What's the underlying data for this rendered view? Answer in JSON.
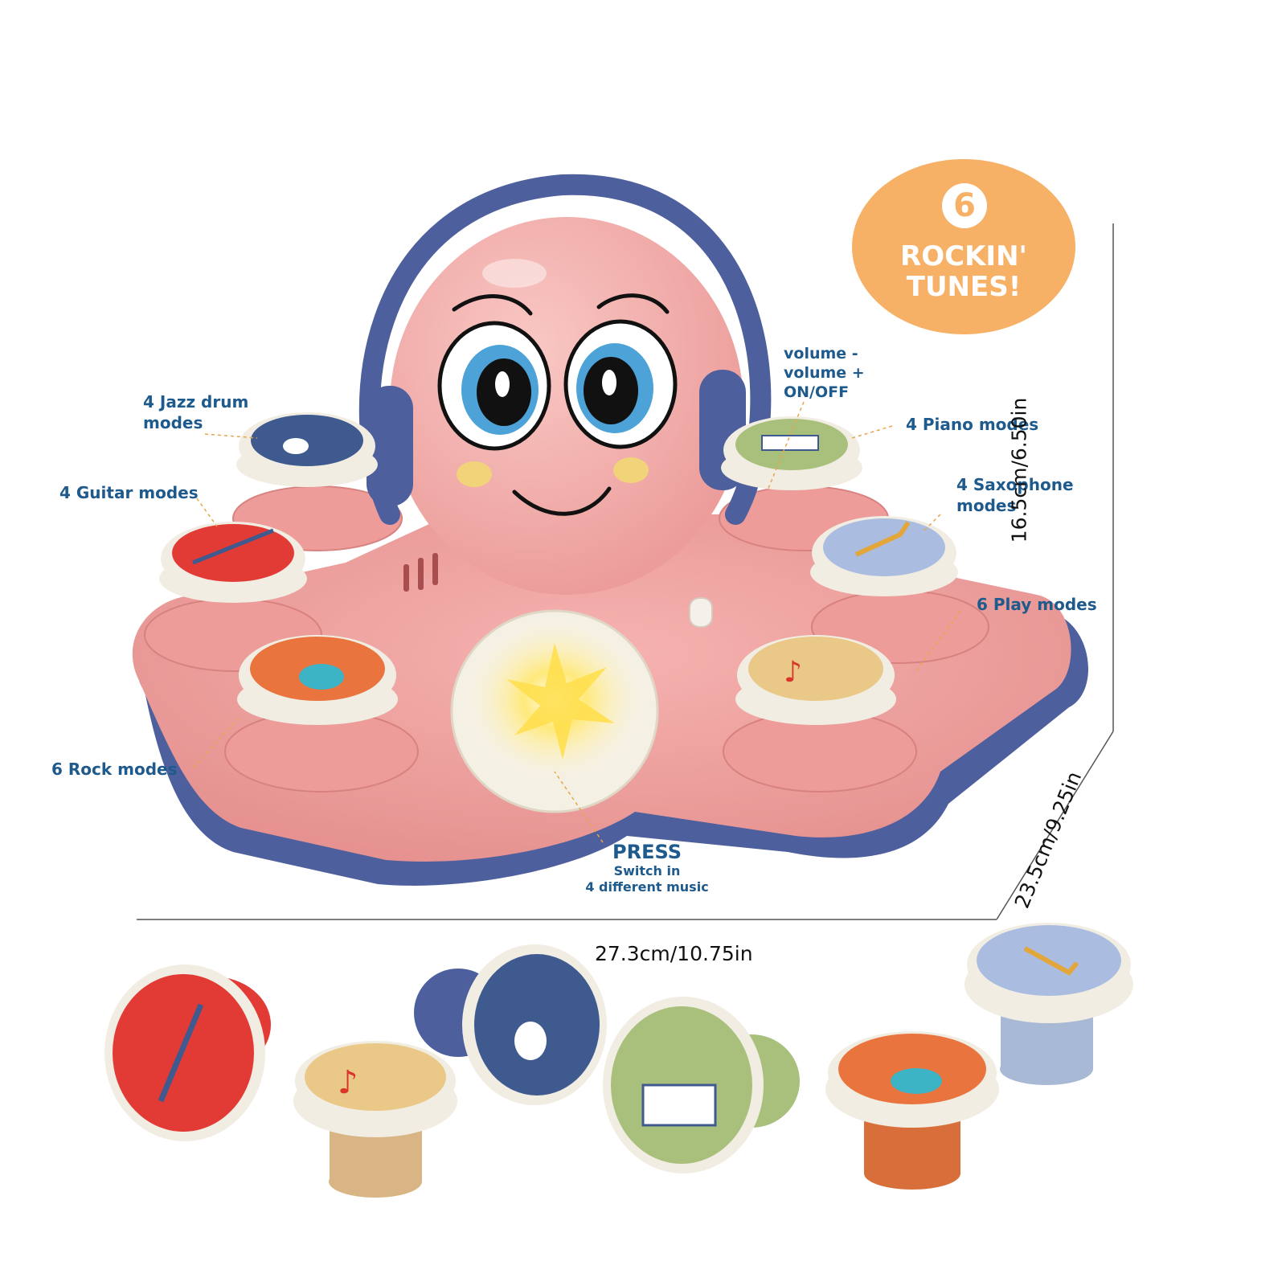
{
  "badge": {
    "number": "6",
    "line1": "ROCKIN'",
    "line2": "TUNES!"
  },
  "labels": {
    "jazz_line1": "4 Jazz drum",
    "jazz_line2": "modes",
    "guitar": "4 Guitar modes",
    "rock": "6 Rock modes",
    "volume_minus": "volume -",
    "volume_plus": "volume +",
    "on_off": "ON/OFF",
    "piano": "4 Piano modes",
    "sax_line1": "4 Saxophone",
    "sax_line2": "modes",
    "play": "6 Play modes",
    "press": "PRESS",
    "press_line1": "Switch in",
    "press_line2": "4 different music"
  },
  "dimensions": {
    "width": "27.3cm/10.75in",
    "height": "16.5cm/6.50in",
    "depth": "23.5cm/9.25in"
  },
  "colors": {
    "body_pink": "#f0a3a3",
    "headphone_blue": "#4e5f9d",
    "label_blue": "#1e5a8c",
    "badge_orange": "#f6b167"
  }
}
